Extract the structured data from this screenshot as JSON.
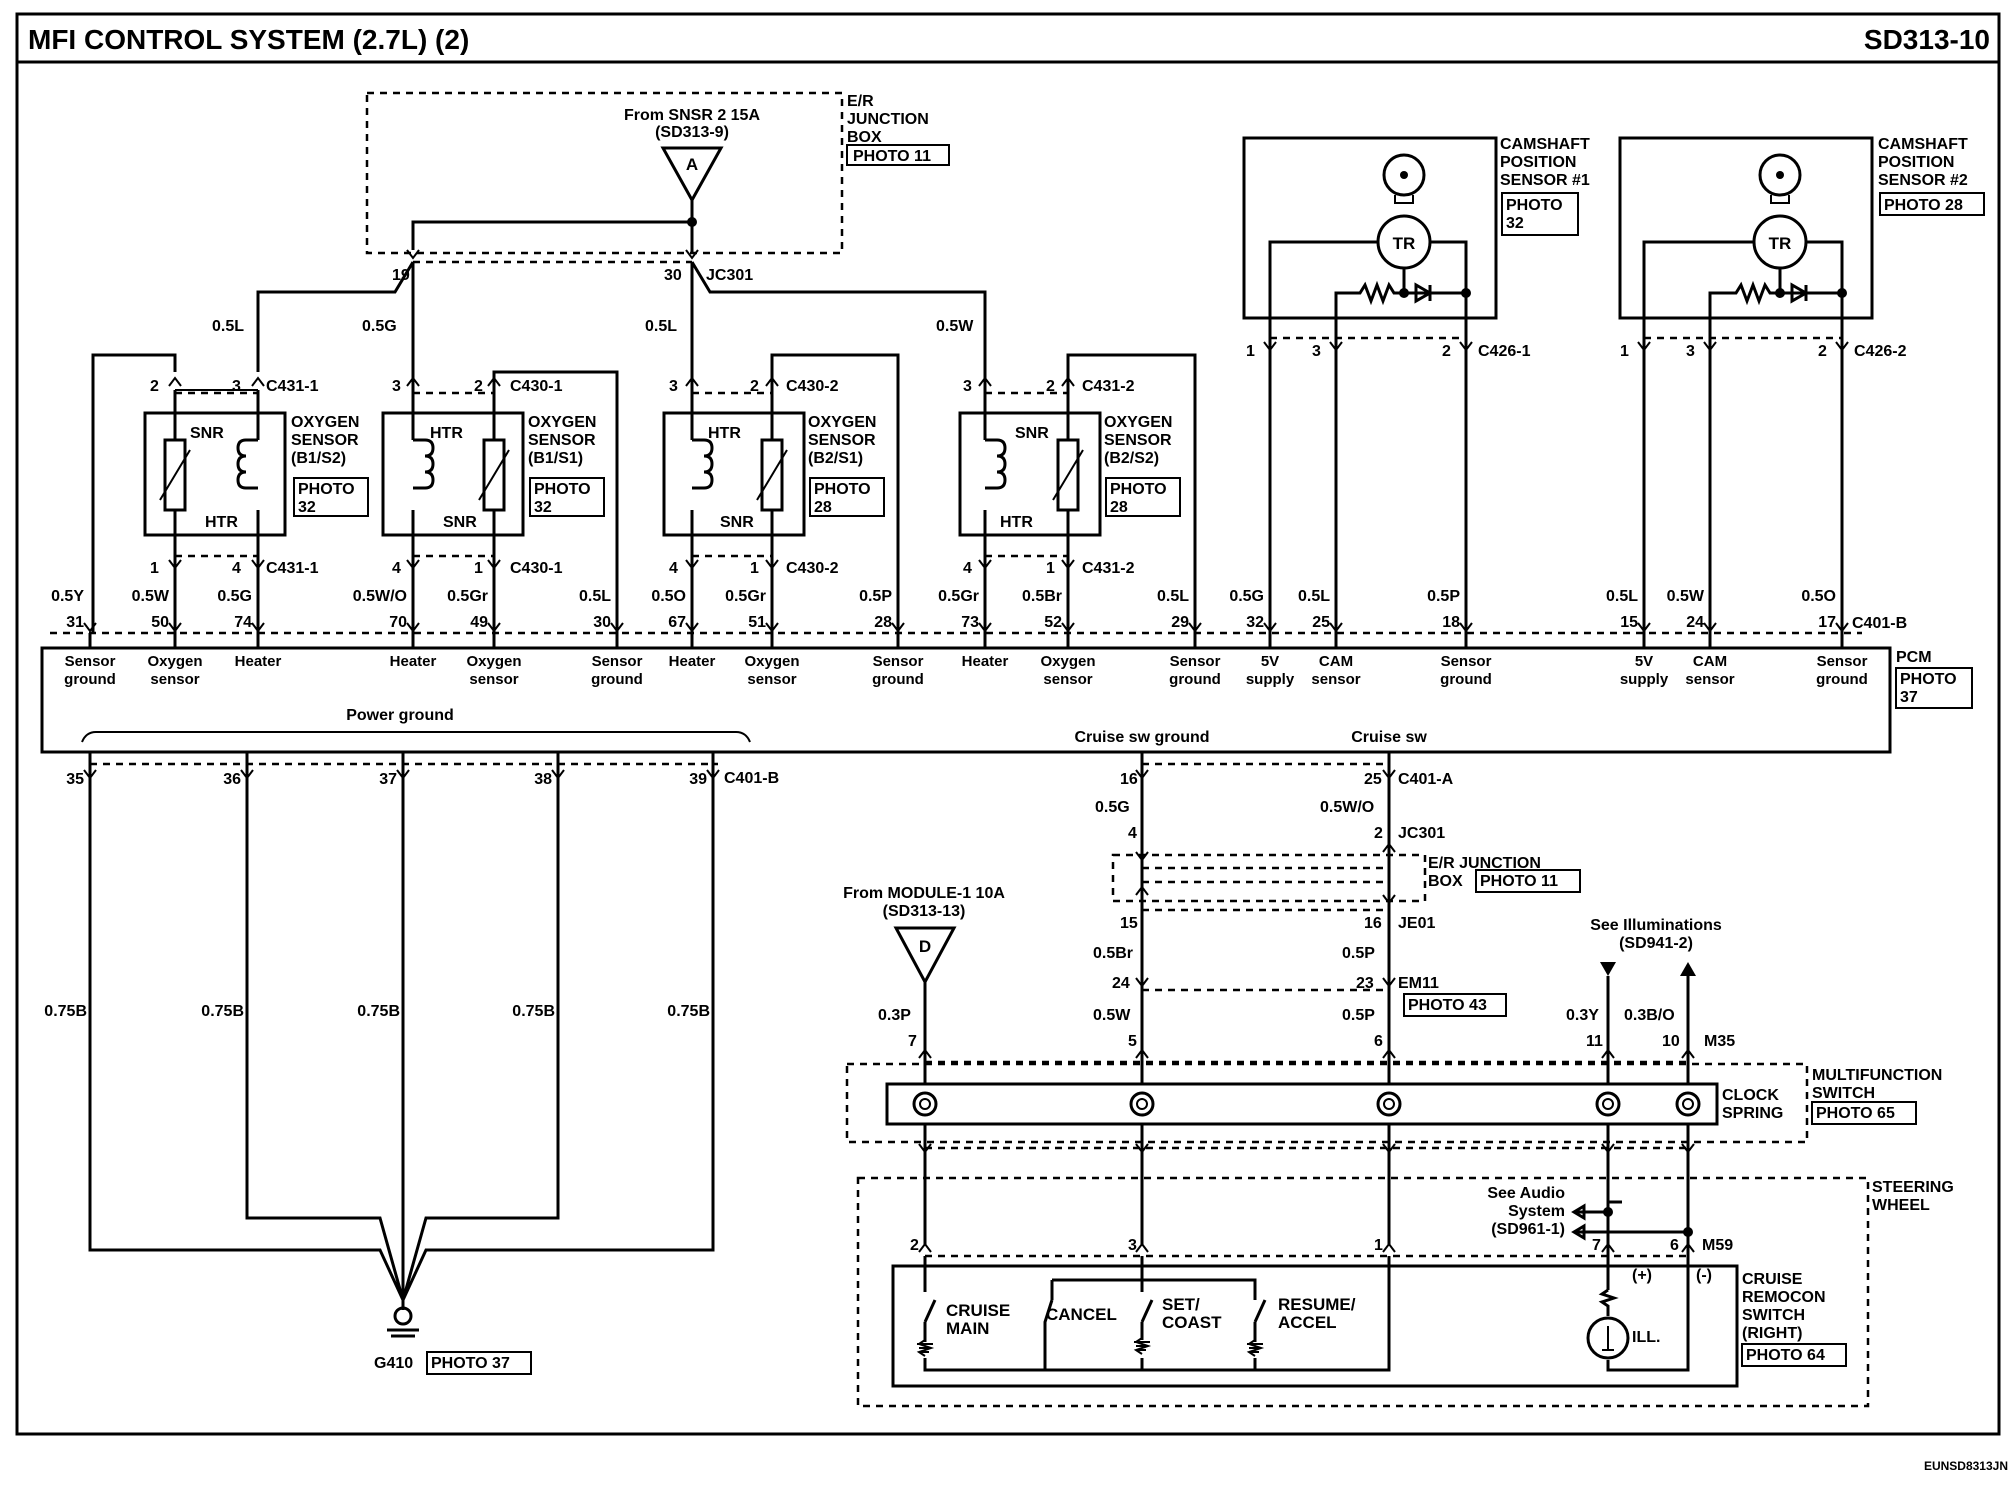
{
  "header": {
    "title": "MFI CONTROL SYSTEM (2.7L) (2)",
    "code": "SD313-10"
  },
  "footer": {
    "code": "EUNSD8313JN"
  },
  "junction_top": {
    "label": [
      "E/R",
      "JUNCTION",
      "BOX"
    ],
    "photo": "PHOTO 11",
    "source": [
      "From SNSR 2 15A",
      "(SD313-9)"
    ],
    "marker": "A",
    "pins": [
      "19",
      "30"
    ],
    "connector": "JC301"
  },
  "oxygen_sensors": [
    {
      "name": [
        "OXYGEN",
        "SENSOR",
        "(B1/S2)"
      ],
      "photo": [
        "PHOTO",
        "32"
      ],
      "top_pins": [
        "2",
        "3"
      ],
      "top_conn": "C431-1",
      "bottom_pins": [
        "1",
        "4"
      ],
      "bottom_conn": "C431-1",
      "elem_a": "SNR",
      "elem_b": "HTR"
    },
    {
      "name": [
        "OXYGEN",
        "SENSOR",
        "(B1/S1)"
      ],
      "photo": [
        "PHOTO",
        "32"
      ],
      "top_pins": [
        "3",
        "2"
      ],
      "top_conn": "C430-1",
      "bottom_pins": [
        "4",
        "1"
      ],
      "bottom_conn": "C430-1",
      "elem_a": "HTR",
      "elem_b": "SNR"
    },
    {
      "name": [
        "OXYGEN",
        "SENSOR",
        "(B2/S1)"
      ],
      "photo": [
        "PHOTO",
        "28"
      ],
      "top_pins": [
        "3",
        "2"
      ],
      "top_conn": "C430-2",
      "bottom_pins": [
        "4",
        "1"
      ],
      "bottom_conn": "C430-2",
      "elem_a": "HTR",
      "elem_b": "SNR"
    },
    {
      "name": [
        "OXYGEN",
        "SENSOR",
        "(B2/S2)"
      ],
      "photo": [
        "PHOTO",
        "28"
      ],
      "top_pins": [
        "3",
        "2"
      ],
      "top_conn": "C431-2",
      "bottom_pins": [
        "4",
        "1"
      ],
      "bottom_conn": "C431-2",
      "elem_a": "SNR",
      "elem_b": "HTR"
    }
  ],
  "top_wire_labels": [
    "0.5L",
    "0.5G",
    "0.5L",
    "0.5W"
  ],
  "camshaft_sensors": [
    {
      "name": [
        "CAMSHAFT",
        "POSITION",
        "SENSOR #1"
      ],
      "photo": [
        "PHOTO",
        "32"
      ],
      "pins": [
        "1",
        "3",
        "2"
      ],
      "conn": "C426-1",
      "tr": "TR"
    },
    {
      "name": [
        "CAMSHAFT",
        "POSITION",
        "SENSOR #2"
      ],
      "photo": [
        "PHOTO 28"
      ],
      "pins": [
        "1",
        "3",
        "2"
      ],
      "conn": "C426-2",
      "tr": "TR"
    }
  ],
  "pcm": {
    "label": "PCM",
    "photo": [
      "PHOTO",
      "37"
    ],
    "connector_top": "C401-B",
    "wires": [
      "0.5Y",
      "0.5W",
      "0.5G",
      "0.5W/O",
      "0.5Gr",
      "0.5L",
      "0.5O",
      "0.5Gr",
      "0.5P",
      "0.5Gr",
      "0.5Br",
      "0.5L",
      "0.5G",
      "0.5L",
      "0.5P",
      "0.5L",
      "0.5W",
      "0.5O"
    ],
    "pins": [
      "31",
      "50",
      "74",
      "70",
      "49",
      "30",
      "67",
      "51",
      "28",
      "73",
      "52",
      "29",
      "32",
      "25",
      "18",
      "15",
      "24",
      "17"
    ],
    "functions": [
      [
        "Sensor",
        "ground"
      ],
      [
        "Oxygen",
        "sensor"
      ],
      [
        "Heater"
      ],
      [
        "Heater"
      ],
      [
        "Oxygen",
        "sensor"
      ],
      [
        "Sensor",
        "ground"
      ],
      [
        "Heater"
      ],
      [
        "Oxygen",
        "sensor"
      ],
      [
        "Sensor",
        "ground"
      ],
      [
        "Heater"
      ],
      [
        "Oxygen",
        "sensor"
      ],
      [
        "Sensor",
        "ground"
      ],
      [
        "5V",
        "supply"
      ],
      [
        "CAM",
        "sensor"
      ],
      [
        "Sensor",
        "ground"
      ],
      [
        "5V",
        "supply"
      ],
      [
        "CAM",
        "sensor"
      ],
      [
        "Sensor",
        "ground"
      ]
    ],
    "power_ground": "Power ground",
    "cruise_sw_ground": "Cruise sw ground",
    "cruise_sw": "Cruise sw",
    "bottom_pins": [
      "35",
      "36",
      "37",
      "38",
      "39"
    ],
    "bottom_conn": "C401-B",
    "cruise_pins": [
      "16",
      "25"
    ],
    "cruise_conn": "C401-A"
  },
  "ground": {
    "wires": [
      "0.75B",
      "0.75B",
      "0.75B",
      "0.75B",
      "0.75B"
    ],
    "label": "G410",
    "photo": "PHOTO 37"
  },
  "cruise_path": {
    "wire_a": [
      "0.5G",
      "0.5Br",
      "0.5W"
    ],
    "wire_b": [
      "0.5W/O",
      "0.5P",
      "0.5P"
    ],
    "pins_a": [
      "4",
      "15",
      "24",
      "5"
    ],
    "pins_b": [
      "2",
      "16",
      "23",
      "6"
    ],
    "conn_jc": "JC301",
    "conn_je": "JE01",
    "conn_em": "EM11",
    "photo_em": "PHOTO 43",
    "junction": [
      "E/R JUNCTION",
      "BOX"
    ],
    "junction_photo": "PHOTO 11"
  },
  "module_feed": {
    "source": [
      "From MODULE-1 10A",
      "(SD313-13)"
    ],
    "marker": "D",
    "wire": "0.3P",
    "pin": "7"
  },
  "illumination": {
    "label": [
      "See Illuminations",
      "(SD941-2)"
    ],
    "wires": [
      "0.3Y",
      "0.3B/O"
    ],
    "pins": [
      "11",
      "10"
    ],
    "conn": "M35"
  },
  "clock_spring": {
    "label": [
      "CLOCK",
      "SPRING"
    ],
    "switch": [
      "MULTIFUNCTION",
      "SWITCH"
    ],
    "photo": "PHOTO 65"
  },
  "steering": {
    "label": [
      "STEERING",
      "WHEEL"
    ],
    "audio": [
      "See Audio",
      "System",
      "(SD961-1)"
    ],
    "pins": [
      "2",
      "3",
      "1",
      "7",
      "6"
    ],
    "conn": "M59",
    "switches": [
      [
        "CRUISE",
        "MAIN"
      ],
      [
        "CANCEL"
      ],
      [
        "SET/",
        "COAST"
      ],
      [
        "RESUME/",
        "ACCEL"
      ]
    ],
    "plus": "(+)",
    "minus": "(-)",
    "ill": "ILL.",
    "remocon": [
      "CRUISE",
      "REMOCON",
      "SWITCH",
      "(RIGHT)"
    ],
    "photo": "PHOTO 64"
  }
}
